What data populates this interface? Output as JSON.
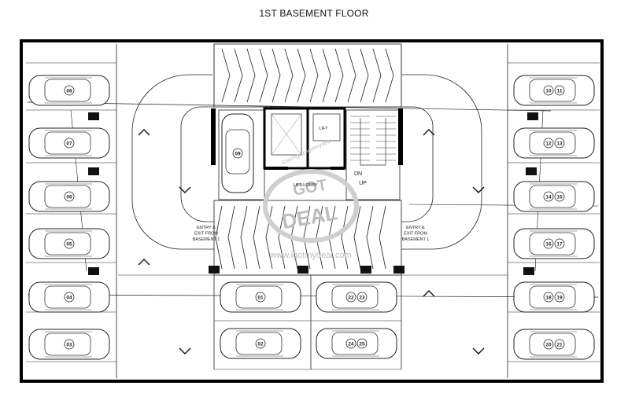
{
  "title": "1ST BASEMENT FLOOR",
  "labels": {
    "lift_lobby": "LIFT LOBBY",
    "dn": "DN",
    "up": "UP",
    "lift": "LIFT",
    "entry_left": [
      "ENTRY &",
      "EXIT FROM",
      "BASEMENT 1"
    ],
    "entry_right": [
      "ENTRY &",
      "EXIT FROM",
      "BASEMENT 1"
    ]
  },
  "watermark": {
    "brand_top": "GOT",
    "brand_bottom": "DEAL",
    "url": "www.igotmydeal.com",
    "top_small": "Sharing @ igotmydeal"
  },
  "parking": {
    "left_column": [
      {
        "id": "left-bay-1",
        "nums": [
          "08"
        ]
      },
      {
        "id": "left-bay-2",
        "nums": [
          "07"
        ]
      },
      {
        "id": "left-bay-3",
        "nums": [
          "06"
        ]
      },
      {
        "id": "left-bay-4",
        "nums": [
          "05"
        ]
      },
      {
        "id": "left-bay-5",
        "nums": [
          "04"
        ]
      },
      {
        "id": "left-bay-6",
        "nums": [
          "03"
        ]
      }
    ],
    "right_column": [
      {
        "id": "right-bay-1",
        "nums": [
          "10",
          "11"
        ]
      },
      {
        "id": "right-bay-2",
        "nums": [
          "12",
          "13"
        ]
      },
      {
        "id": "right-bay-3",
        "nums": [
          "14",
          "15"
        ]
      },
      {
        "id": "right-bay-4",
        "nums": [
          "16",
          "17"
        ]
      },
      {
        "id": "right-bay-5",
        "nums": [
          "18",
          "19"
        ]
      },
      {
        "id": "right-bay-6",
        "nums": [
          "20",
          "21"
        ]
      }
    ],
    "center_bottom": [
      {
        "id": "center-bay-1",
        "nums": [
          "01"
        ]
      },
      {
        "id": "center-bay-2",
        "nums": [
          "02"
        ]
      },
      {
        "id": "center-bay-3",
        "nums": [
          "22",
          "23"
        ]
      },
      {
        "id": "center-bay-4",
        "nums": [
          "24",
          "25"
        ]
      }
    ],
    "vertical": {
      "id": "vertical-bay",
      "nums": [
        "09"
      ]
    }
  }
}
